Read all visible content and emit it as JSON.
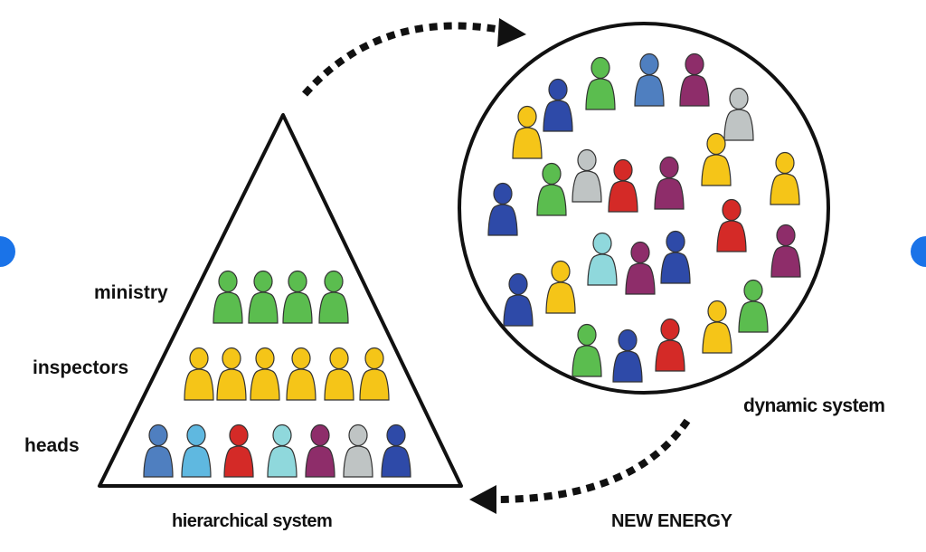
{
  "labels": {
    "ministry": "ministry",
    "inspectors": "inspectors",
    "heads": "heads",
    "hierarchical": "hierarchical system",
    "dynamic": "dynamic system",
    "new_energy": "NEW ENERGY"
  },
  "colors": {
    "green": "#5bbd4f",
    "yellow": "#f5c518",
    "blue": "#2e4aa8",
    "steel": "#4f7fc0",
    "sky": "#5fb8e0",
    "aqua": "#8fd8dc",
    "red": "#d42a27",
    "plum": "#8e2d6a",
    "gray": "#bfc4c4",
    "outline": "#111111",
    "nav": "#1a73e8"
  },
  "pyramid_rows": {
    "ministry": [
      "green",
      "green",
      "green",
      "green"
    ],
    "inspectors": [
      "yellow",
      "yellow",
      "yellow",
      "yellow",
      "yellow",
      "yellow"
    ],
    "heads": [
      "steel",
      "sky",
      "red",
      "aqua",
      "plum",
      "gray",
      "blue"
    ]
  },
  "circle_figures": [
    "blue",
    "green",
    "steel",
    "plum",
    "gray",
    "yellow",
    "gray",
    "red",
    "plum",
    "yellow",
    "blue",
    "green",
    "yellow",
    "red",
    "aqua",
    "plum",
    "blue",
    "plum",
    "blue",
    "yellow",
    "yellow",
    "green",
    "green",
    "blue",
    "red"
  ],
  "icons": [
    "dotted-arrow-top-icon",
    "dotted-arrow-bottom-icon",
    "nav-dot-left-icon",
    "nav-dot-right-icon"
  ]
}
